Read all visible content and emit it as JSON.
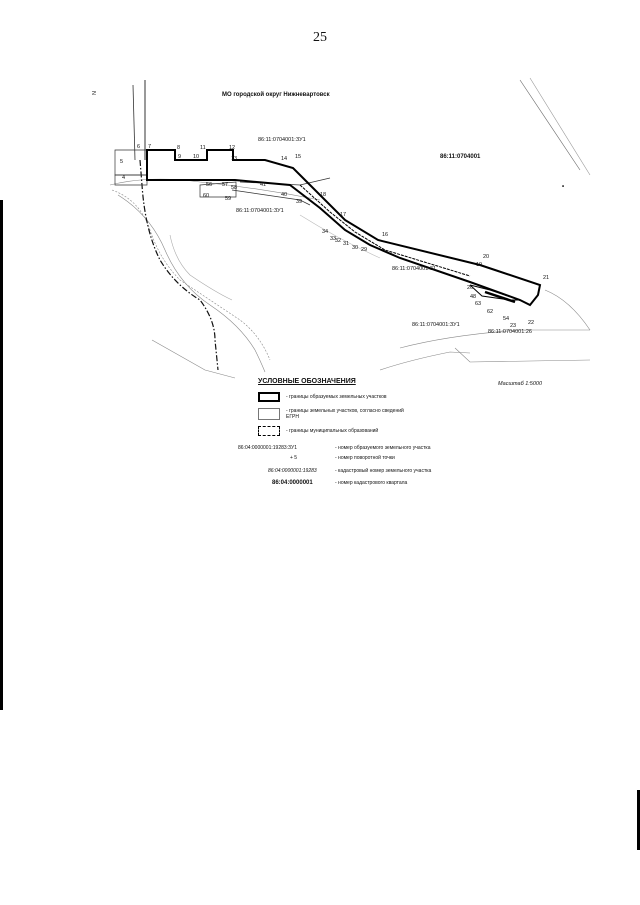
{
  "page_number": "25",
  "map_title": "МО городской округ Нижневартовск",
  "north_marker": "N",
  "scale": "Масштаб 1:5000",
  "quarter_label": "86:11:0704001",
  "parcel_labels": {
    "zu1_top": "86:11:0704001:ЗУ1",
    "zu1_left": "86:11:0704001:ЗУ1",
    "road_parcel": "86:11:0704001:31",
    "zu1_bottom": "86:11:0704001:ЗУ1",
    "bottom_parcel": "86:11:0704001:26"
  },
  "turning_points": [
    "6",
    "7",
    "8",
    "9",
    "10",
    "11",
    "12",
    "13",
    "14",
    "15",
    "5",
    "4",
    "56",
    "57",
    "58",
    "59",
    "60",
    "41",
    "40",
    "39",
    "18",
    "17",
    "34",
    "33",
    "32",
    "31",
    "30",
    "29",
    "16",
    "20",
    "19",
    "21",
    "26",
    "48",
    "63",
    "62",
    "54",
    "23",
    "22"
  ],
  "legend": {
    "title": "УСЛОВНЫЕ ОБОЗНАЧЕНИЯ",
    "items": [
      {
        "text": "- границы образуемых земельных участков"
      },
      {
        "text": "- границы земельных участков, согласно сведений ЕГРН"
      },
      {
        "text": "- границы муниципальных образований"
      }
    ],
    "samples": [
      {
        "sample": "86:04:0000001:19283:ЗУ1",
        "text": "- номер образуемого земельного участка"
      },
      {
        "sample": "+ 5",
        "text": "- номер поворотной точки"
      },
      {
        "sample": "86:04:0000001:19283",
        "text": "- кадастровый номер земельного участка"
      },
      {
        "sample": "86:04:0000001",
        "text": "- номер кадастрового квартала"
      }
    ]
  }
}
